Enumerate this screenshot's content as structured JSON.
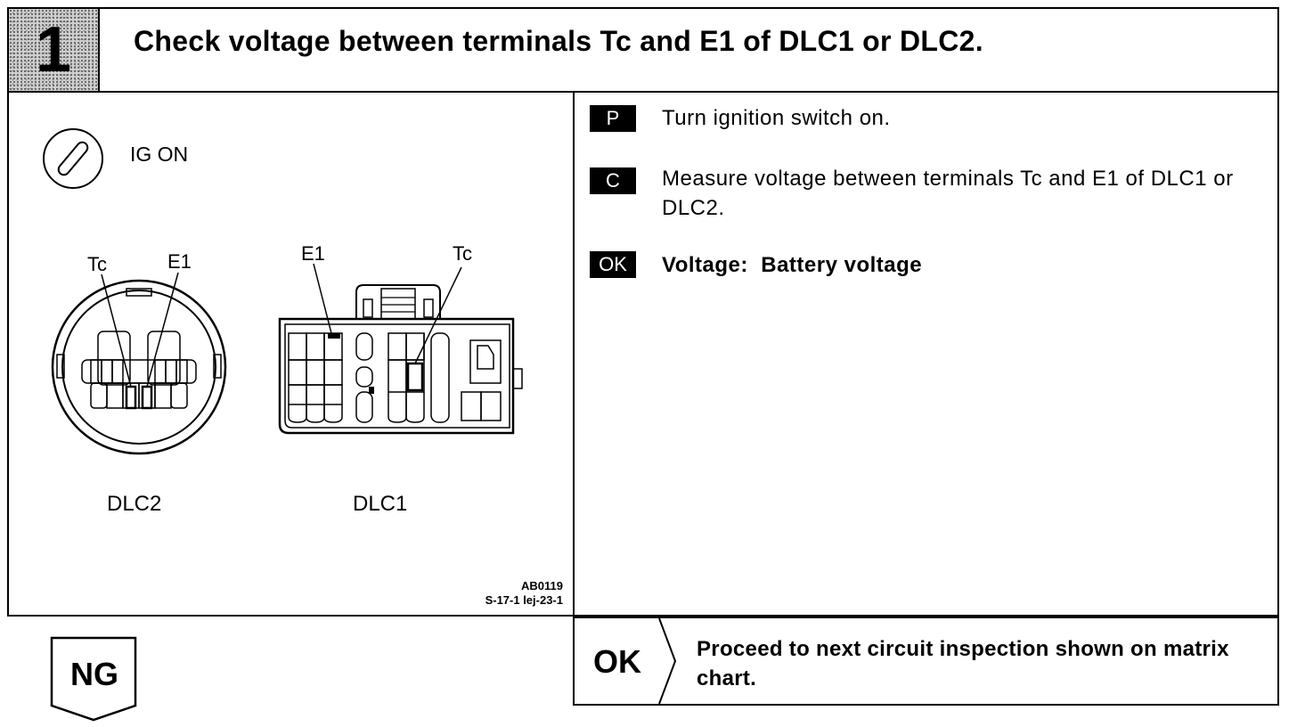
{
  "header": {
    "step_number": "1",
    "title": "Check voltage between terminals Tc and E1 of DLC1 or DLC2."
  },
  "left_panel": {
    "ignition_label": "IG ON",
    "dlc2": {
      "name": "DLC2",
      "terminal_tc": "Tc",
      "terminal_e1": "E1"
    },
    "dlc1": {
      "name": "DLC1",
      "terminal_tc": "Tc",
      "terminal_e1": "E1"
    },
    "ref_code_1": "AB0119",
    "ref_code_2": "S-17-1  lej-23-1"
  },
  "steps": [
    {
      "tag": "P",
      "text": "Turn ignition switch on."
    },
    {
      "tag": "C",
      "text": "Measure voltage between terminals Tc and E1 of DLC1 or DLC2."
    },
    {
      "tag": "OK",
      "text": "Voltage:  Battery voltage"
    }
  ],
  "result": {
    "ng_label": "NG",
    "ok_label": "OK",
    "ok_text": "Proceed to next circuit inspection shown on matrix chart."
  }
}
